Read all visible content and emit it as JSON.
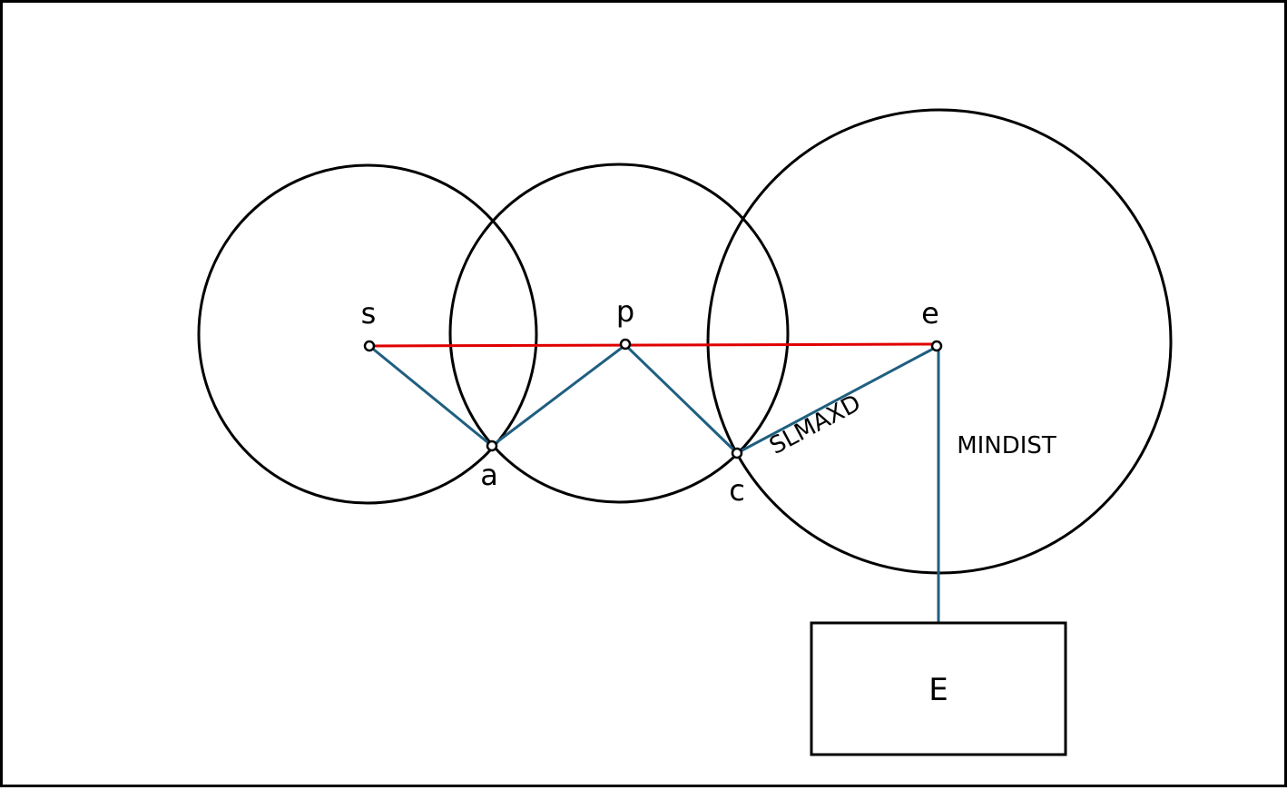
{
  "diagram": {
    "points": {
      "s": "s",
      "p": "p",
      "e": "e",
      "a": "a",
      "c": "c"
    },
    "measures": {
      "slmaxd": "SLMAXD",
      "mindist": "MINDIST"
    },
    "box_label": "E",
    "colors": {
      "outline": "#000000",
      "path": "#1f5f80",
      "direct": "#e00000"
    }
  }
}
